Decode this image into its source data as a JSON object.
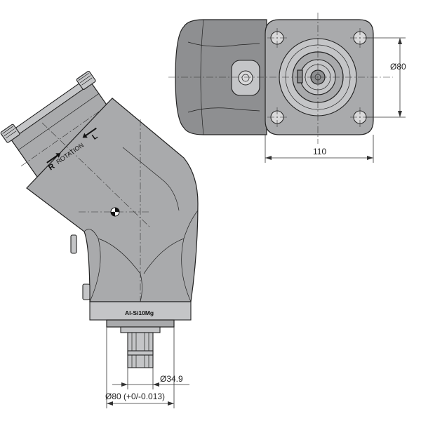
{
  "dimensions": {
    "flange_height": "Ø80",
    "flange_width": "110",
    "shaft_diameter": "Ø34.9",
    "pilot_diameter": "Ø80 (+0/-0.013)"
  },
  "labels": {
    "material": "Al-Si10Mg",
    "rotation": "ROTATION",
    "rotation_right": "R",
    "rotation_left": "L"
  },
  "colors": {
    "housing": "#a9aaac",
    "outline": "#222222"
  }
}
